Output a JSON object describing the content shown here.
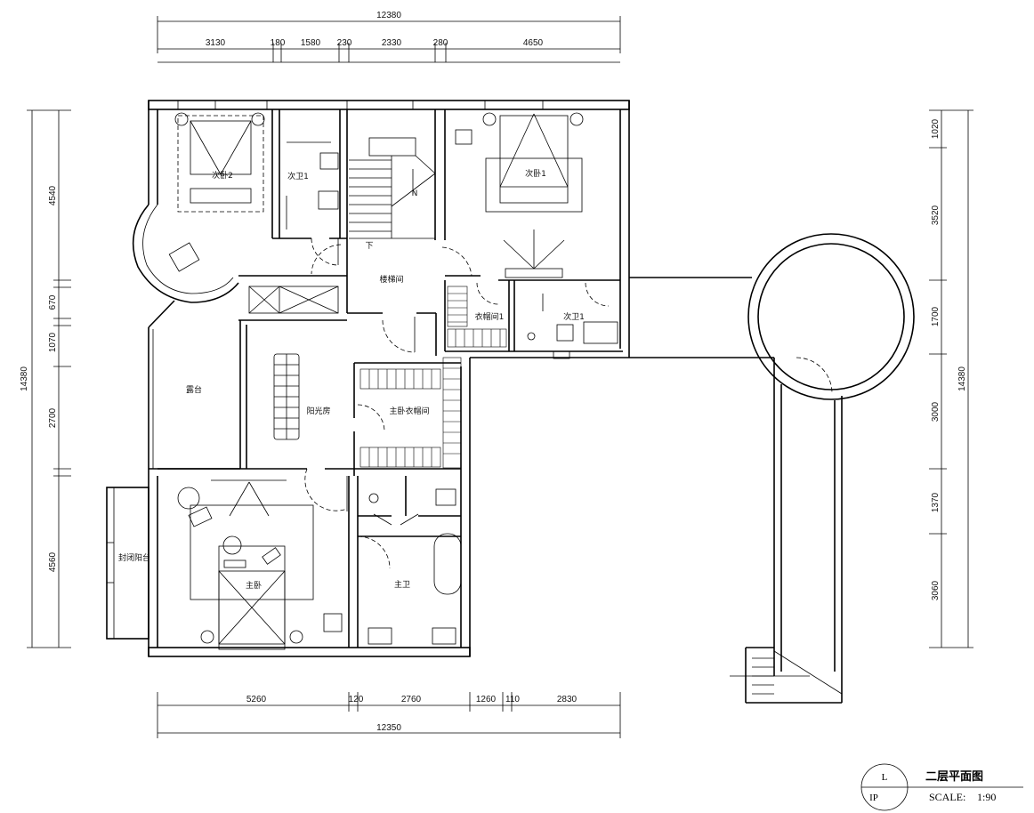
{
  "drawing": {
    "title": "二层平面图",
    "scale_label": "SCALE:",
    "scale_value": "1:90",
    "badge_top": "L",
    "badge_bottom": "IP"
  },
  "dimensions": {
    "top_total": "12380",
    "top_segments": [
      "3130",
      "180",
      "1580",
      "230",
      "2330",
      "280",
      "4650"
    ],
    "bottom_total": "12350",
    "bottom_segments": [
      "5260",
      "120",
      "2760",
      "1260",
      "110",
      "2830"
    ],
    "left_total": "14380",
    "left_segments": [
      "4540",
      "670",
      "1070",
      "2700",
      "4560"
    ],
    "right_total": "14380",
    "right_segments": [
      "1020",
      "3520",
      "1700",
      "3000",
      "1370",
      "3060"
    ]
  },
  "rooms": {
    "bedroom2": "次卧2",
    "bath_secondary_left": "次卫1",
    "stairwell": "楼梯间",
    "bedroom1": "次卧1",
    "closet1": "衣帽间1",
    "bath_secondary_right": "次卫1",
    "terrace": "露台",
    "sunroom": "阳光房",
    "master_closet": "主卧衣帽间",
    "enclosed_balcony": "封闭阳台",
    "master_bedroom": "主卧",
    "master_bath": "主卫",
    "stair_down": "下",
    "stair_up": "N"
  }
}
